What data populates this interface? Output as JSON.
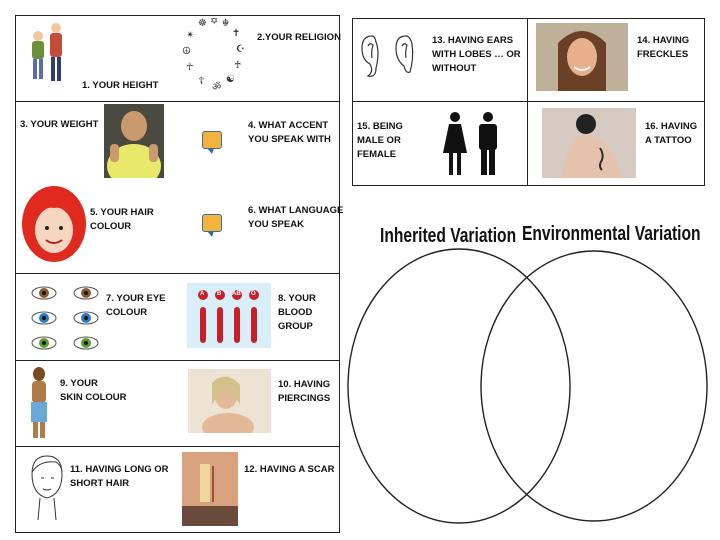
{
  "items": {
    "i1": "1. YOUR HEIGHT",
    "i2": "2.YOUR RELIGION",
    "i3": "3. YOUR WEIGHT",
    "i4": "4. WHAT ACCENT\nYOU SPEAK WITH",
    "i5": "5. YOUR HAIR\nCOLOUR",
    "i6": "6. WHAT LANGUAGE\nYOU SPEAK",
    "i7": "7. YOUR EYE\nCOLOUR",
    "i8": "8. YOUR\nBLOOD\nGROUP",
    "i9": "9. YOUR\nSKIN COLOUR",
    "i10": "10. HAVING\nPIERCINGS",
    "i11": "11. HAVING LONG OR\nSHORT HAIR",
    "i12": "12. HAVING A SCAR",
    "i13": "13. HAVING EARS\nWITH LOBES …   OR\nWITHOUT",
    "i14": "14. HAVING\nFRECKLES",
    "i15": "15. BEING\nMALE OR\nFEMALE",
    "i16": "16. HAVING\nA TATTOO"
  },
  "blood_letters": [
    "A",
    "B",
    "AB",
    "O"
  ],
  "venn": {
    "left_title": "Inherited Variation",
    "right_title": "Environmental Variation"
  },
  "colors": {
    "border": "#222222",
    "blood": "#c8202a",
    "bubble_orange": "#f2b43a",
    "bubble_blue": "#6fb8e4"
  }
}
